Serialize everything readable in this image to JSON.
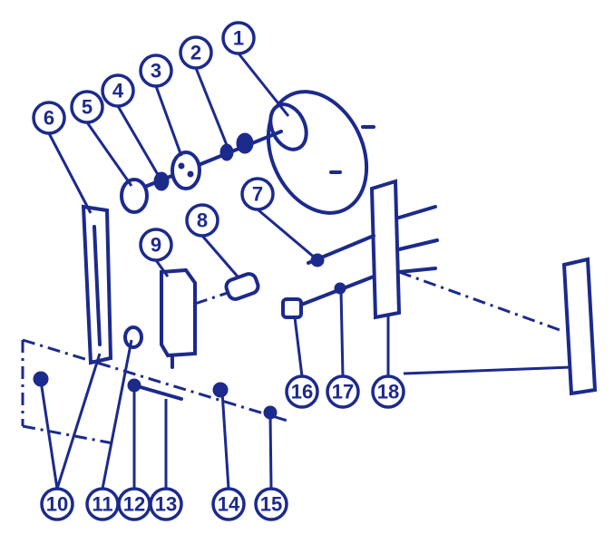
{
  "diagram": {
    "title": "Exploded parts view",
    "color": "#1c2a8c",
    "callouts": [
      "1",
      "2",
      "3",
      "4",
      "5",
      "6",
      "7",
      "8",
      "9",
      "10",
      "11",
      "12",
      "13",
      "14",
      "15",
      "16",
      "17",
      "18"
    ]
  }
}
